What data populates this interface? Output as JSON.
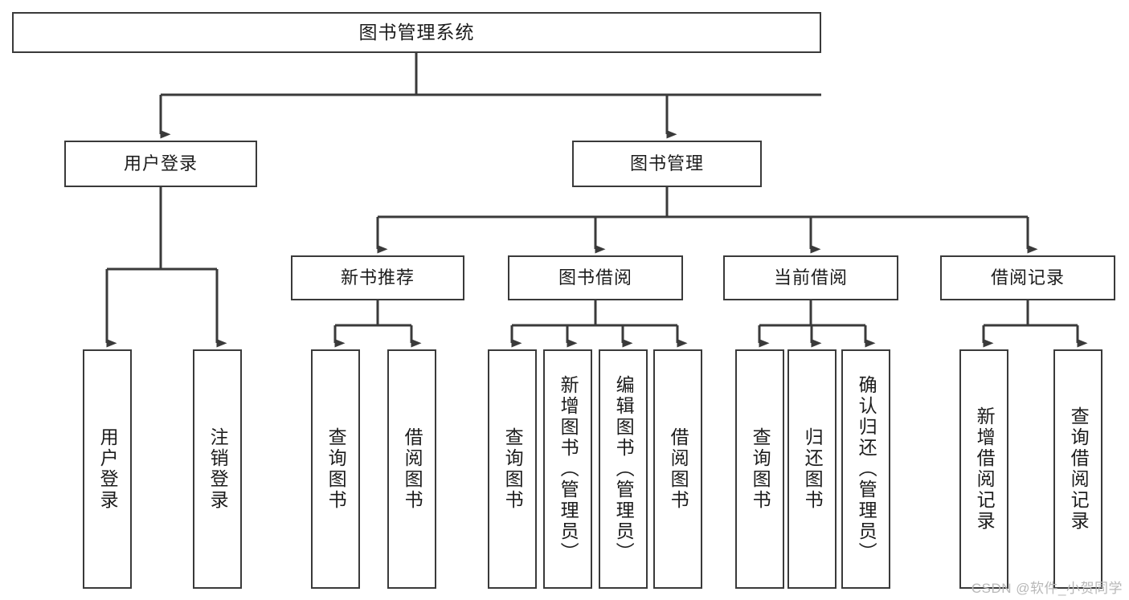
{
  "diagram": {
    "title": "图书管理系统",
    "type": "tree",
    "stroke_color": "#3a3a3a",
    "background_color": "#ffffff",
    "text_color": "#1c1c1c"
  },
  "nodes": {
    "root": {
      "label": "图书管理系统",
      "level": 1
    },
    "level2": [
      {
        "id": "user-login",
        "label": "用户登录"
      },
      {
        "id": "book-manage",
        "label": "图书管理"
      }
    ],
    "level3": [
      {
        "id": "new-book-recommend",
        "label": "新书推荐"
      },
      {
        "id": "book-borrow",
        "label": "图书借阅"
      },
      {
        "id": "current-borrow",
        "label": "当前借阅"
      },
      {
        "id": "borrow-record",
        "label": "借阅记录"
      }
    ],
    "leaves": [
      {
        "id": "leaf-user-login",
        "label": "用户登录",
        "parent": "user-login"
      },
      {
        "id": "leaf-logout",
        "label": "注销登录",
        "parent": "user-login"
      },
      {
        "id": "leaf-query-book-1",
        "label": "查询图书",
        "parent": "new-book-recommend"
      },
      {
        "id": "leaf-borrow-book-1",
        "label": "借阅图书",
        "parent": "new-book-recommend"
      },
      {
        "id": "leaf-query-book-2",
        "label": "查询图书",
        "parent": "book-borrow"
      },
      {
        "id": "leaf-add-book",
        "label": "新增图书（管理员）",
        "parent": "book-borrow"
      },
      {
        "id": "leaf-edit-book",
        "label": "编辑图书（管理员）",
        "parent": "book-borrow"
      },
      {
        "id": "leaf-borrow-book-2",
        "label": "借阅图书",
        "parent": "book-borrow"
      },
      {
        "id": "leaf-query-book-3",
        "label": "查询图书",
        "parent": "current-borrow"
      },
      {
        "id": "leaf-return-book",
        "label": "归还图书",
        "parent": "current-borrow"
      },
      {
        "id": "leaf-confirm-return",
        "label": "确认归还（管理员）",
        "parent": "current-borrow"
      },
      {
        "id": "leaf-add-record",
        "label": "新增借阅记录",
        "parent": "borrow-record"
      },
      {
        "id": "leaf-query-record",
        "label": "查询借阅记录",
        "parent": "borrow-record"
      }
    ]
  },
  "watermark": {
    "text": "CSDN @软件_小贺同学"
  }
}
